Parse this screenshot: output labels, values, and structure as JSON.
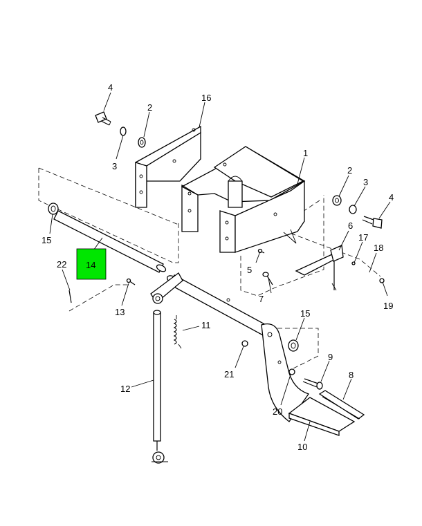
{
  "highlight_color": "#00e600",
  "highlighted_callout": "14",
  "callouts": {
    "c1": "1",
    "c2a": "2",
    "c2b": "2",
    "c3a": "3",
    "c3b": "3",
    "c4a": "4",
    "c4b": "4",
    "c5": "5",
    "c6": "6",
    "c7": "7",
    "c8": "8",
    "c9": "9",
    "c10": "10",
    "c11": "11",
    "c12": "12",
    "c13": "13",
    "c14": "14",
    "c15a": "15",
    "c15b": "15",
    "c16": "16",
    "c17": "17",
    "c18": "18",
    "c19": "19",
    "c20": "20",
    "c21": "21",
    "c22": "22"
  }
}
